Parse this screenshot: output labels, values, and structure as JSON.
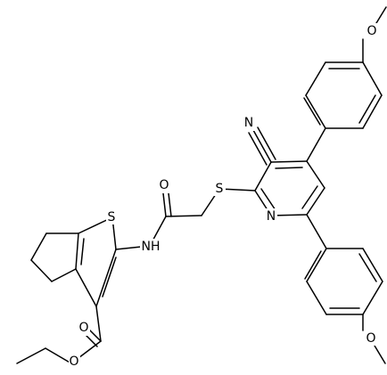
{
  "structure": {
    "atoms": {
      "S_thio": "S",
      "NH": "NH",
      "O_amide": "O",
      "S_link": "S",
      "N_cyano": "N",
      "N_pyr": "N",
      "O_me_top": "O",
      "O_me_bot": "O",
      "O_ester_db": "O",
      "O_ester": "O"
    },
    "fragments": [
      "ethyl ester",
      "cyclopenta[b]thiophene",
      "acetamide linker",
      "3-cyano pyridine",
      "4-methoxyphenyl (top)",
      "4-methoxyphenyl (bottom)"
    ]
  }
}
